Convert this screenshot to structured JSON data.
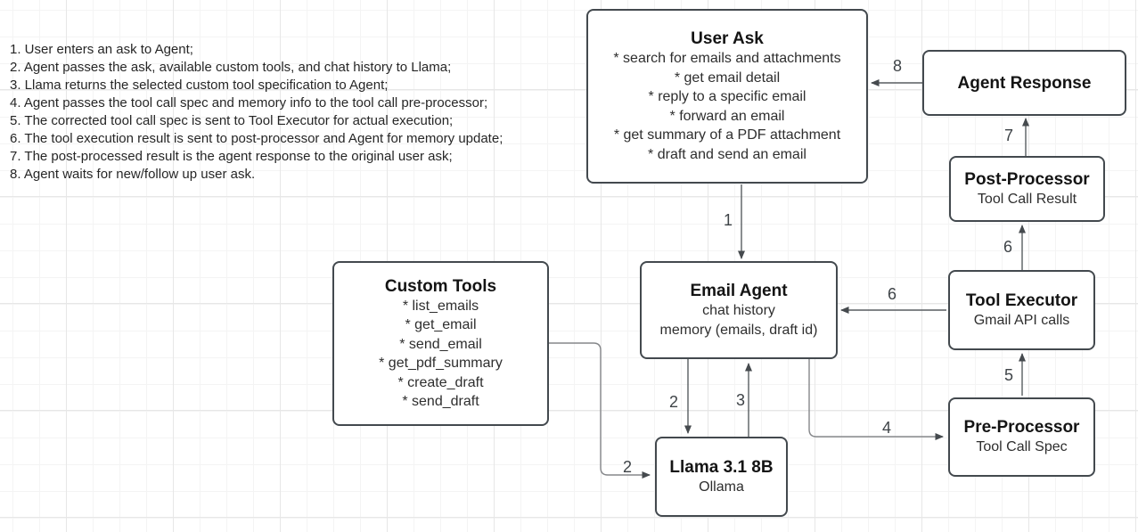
{
  "steps": [
    "1. User enters an ask to Agent;",
    "2. Agent passes the ask, available custom tools, and chat history to Llama;",
    "3. Llama returns the selected custom tool specification to Agent;",
    "4. Agent passes the tool call spec and memory info to the tool call pre-processor;",
    "5. The corrected tool call spec is sent to Tool Executor for actual execution;",
    "6. The tool execution result is sent to post-processor and Agent for memory update;",
    "7. The post-processed result is the agent response to the original user ask;",
    "8. Agent waits for new/follow up user ask."
  ],
  "nodes": {
    "user_ask": {
      "title": "User Ask",
      "lines": [
        "* search for emails and attachments",
        "* get email detail",
        "* reply to a specific email",
        "* forward an email",
        "* get summary of a PDF attachment",
        "* draft and send an email"
      ]
    },
    "agent_response": {
      "title": "Agent Response"
    },
    "post_processor": {
      "title": "Post-Processor",
      "subtitle": "Tool Call Result"
    },
    "tool_executor": {
      "title": "Tool Executor",
      "subtitle": "Gmail API calls"
    },
    "pre_processor": {
      "title": "Pre-Processor",
      "subtitle": "Tool Call Spec"
    },
    "email_agent": {
      "title": "Email Agent",
      "lines": [
        "chat history",
        "memory (emails, draft id)"
      ]
    },
    "custom_tools": {
      "title": "Custom Tools",
      "lines": [
        "* list_emails",
        "* get_email",
        "* send_email",
        "* get_pdf_summary",
        "* create_draft",
        "* send_draft"
      ]
    },
    "llama": {
      "title": "Llama 3.1 8B",
      "subtitle": "Ollama"
    }
  },
  "edge_labels": {
    "step1": "1",
    "step2_agent_to_llama": "2",
    "step2_tools_to_llama": "2",
    "step3": "3",
    "step4": "4",
    "step5": "5",
    "step6_to_postprocessor": "6",
    "step6_to_agent": "6",
    "step7": "7",
    "step8": "8"
  },
  "colors": {
    "node_border": "#43494e",
    "edge_stroke": "#585d61",
    "elbow_stroke": "#85878a",
    "arrowhead": "#454a4e",
    "grid_major": "#e7e7e7",
    "grid_minor": "#f4f4f4"
  }
}
